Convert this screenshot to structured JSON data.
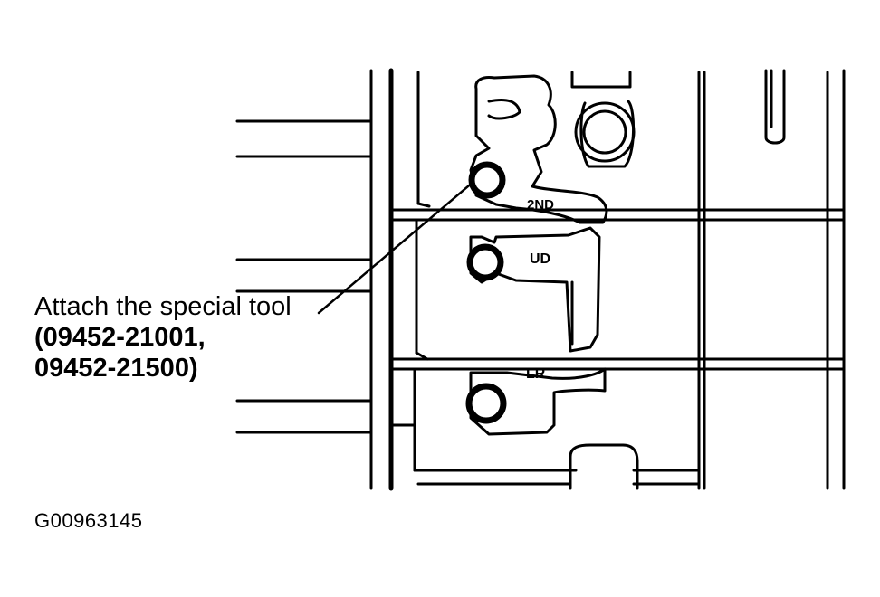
{
  "callout": {
    "line1": "Attach the special tool",
    "line2": "(09452-21001,",
    "line3": "09452-21500)"
  },
  "ports": {
    "second": "2ND",
    "underdrive": "UD",
    "low_reverse": "LR"
  },
  "figure_id": "G00963145",
  "colors": {
    "ink": "#000000",
    "paper": "#ffffff"
  }
}
